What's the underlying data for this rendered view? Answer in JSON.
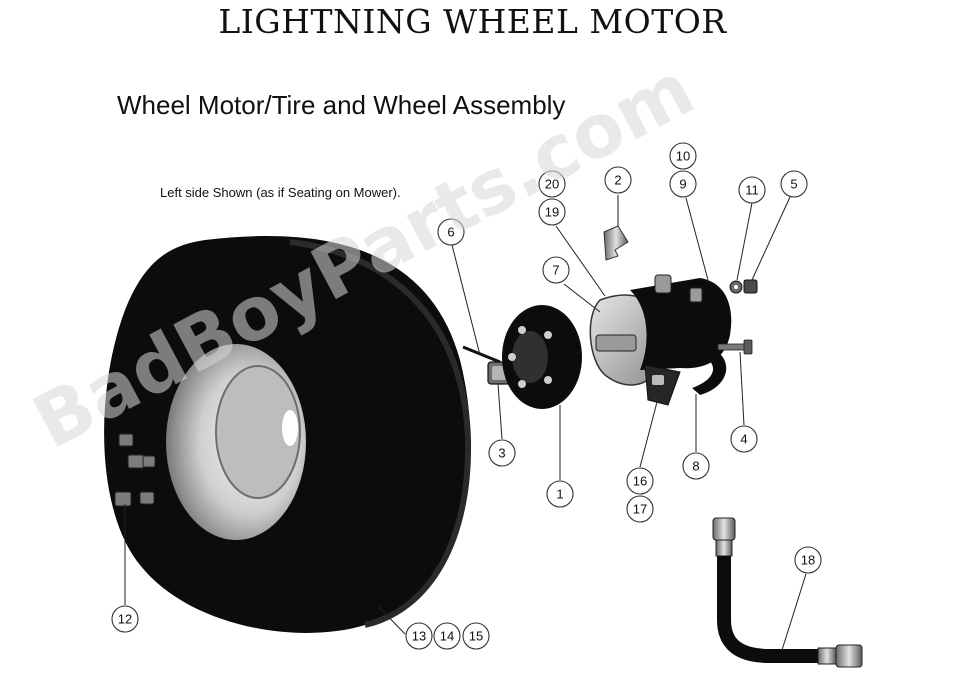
{
  "header": {
    "title": "LIGHTNING WHEEL MOTOR",
    "subtitle": "Wheel Motor/Tire and Wheel Assembly",
    "note": "Left side Shown (as if Seating on Mower)."
  },
  "watermark": {
    "text": "BadBoyParts.com"
  },
  "callouts": [
    {
      "id": "c1",
      "number": "1"
    },
    {
      "id": "c2",
      "number": "2"
    },
    {
      "id": "c3",
      "number": "3"
    },
    {
      "id": "c4",
      "number": "4"
    },
    {
      "id": "c5",
      "number": "5"
    },
    {
      "id": "c6",
      "number": "6"
    },
    {
      "id": "c7",
      "number": "7"
    },
    {
      "id": "c8",
      "number": "8"
    },
    {
      "id": "c9",
      "number": "9"
    },
    {
      "id": "c10",
      "number": "10"
    },
    {
      "id": "c11",
      "number": "11"
    },
    {
      "id": "c12",
      "number": "12"
    },
    {
      "id": "c13",
      "number": "13"
    },
    {
      "id": "c14",
      "number": "14"
    },
    {
      "id": "c15",
      "number": "15"
    },
    {
      "id": "c16",
      "number": "16"
    },
    {
      "id": "c17",
      "number": "17"
    },
    {
      "id": "c18",
      "number": "18"
    },
    {
      "id": "c19",
      "number": "19"
    },
    {
      "id": "c20",
      "number": "20"
    }
  ],
  "colors": {
    "part": "#0c0c0c",
    "rim": "#d9d9d9",
    "metal": "#8a8a8a",
    "line": "#222222"
  }
}
